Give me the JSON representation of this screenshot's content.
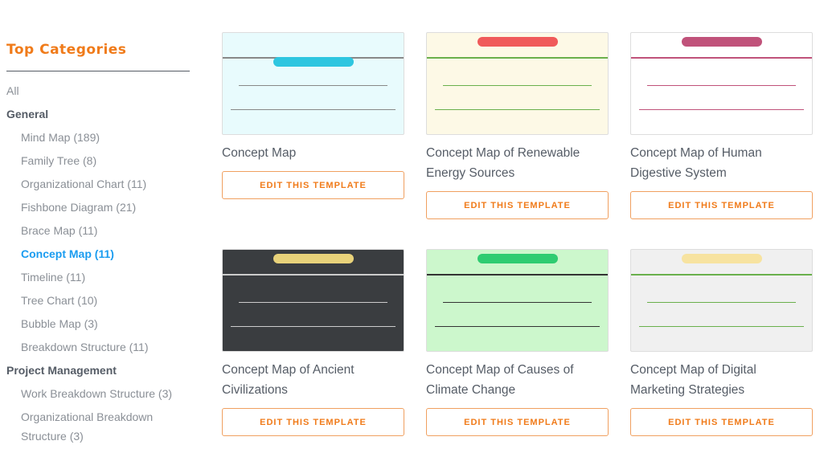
{
  "sidebar": {
    "heading": "Top Categories",
    "items": [
      {
        "label": "All",
        "kind": "top"
      },
      {
        "label": "General",
        "kind": "group"
      },
      {
        "label": "Mind Map (189)",
        "kind": "sub"
      },
      {
        "label": "Family Tree (8)",
        "kind": "sub"
      },
      {
        "label": "Organizational Chart (11)",
        "kind": "sub"
      },
      {
        "label": "Fishbone Diagram (21)",
        "kind": "sub"
      },
      {
        "label": "Brace Map (11)",
        "kind": "sub"
      },
      {
        "label": "Concept Map (11)",
        "kind": "sub",
        "active": true
      },
      {
        "label": "Timeline (11)",
        "kind": "sub"
      },
      {
        "label": "Tree Chart (10)",
        "kind": "sub"
      },
      {
        "label": "Bubble Map (3)",
        "kind": "sub"
      },
      {
        "label": "Breakdown Structure (11)",
        "kind": "sub"
      },
      {
        "label": "Project Management",
        "kind": "group"
      },
      {
        "label": "Work Breakdown Structure (3)",
        "kind": "sub"
      },
      {
        "label": "Organizational Breakdown Structure (3)",
        "kind": "sub"
      }
    ]
  },
  "accent": "#f07b1a",
  "active_color": "#1a9cf0",
  "button_label": "EDIT THIS TEMPLATE",
  "templates": [
    {
      "title": "Concept Map",
      "bg": "#e8fbfd",
      "pill": "#2ec6e0",
      "line": "#888888"
    },
    {
      "title": "Concept Map of Renewable Energy Sources",
      "bg": "#fdf9e6",
      "pill": "#f05a5a",
      "line": "#6ab04c"
    },
    {
      "title": "Concept Map of Human Digestive System",
      "bg": "#ffffff",
      "pill": "#c0527a",
      "line": "#c0527a"
    },
    {
      "title": "Concept Map of Ancient Civilizations",
      "bg": "#3a3d40",
      "pill": "#e8d27a",
      "line": "#cccccc"
    },
    {
      "title": "Concept Map of Causes of Climate Change",
      "bg": "#ccf7cc",
      "pill": "#2ecc71",
      "line": "#333333"
    },
    {
      "title": "Concept Map of Digital Marketing Strategies",
      "bg": "#f0f0f0",
      "pill": "#f7e3a0",
      "line": "#6ab04c"
    }
  ]
}
